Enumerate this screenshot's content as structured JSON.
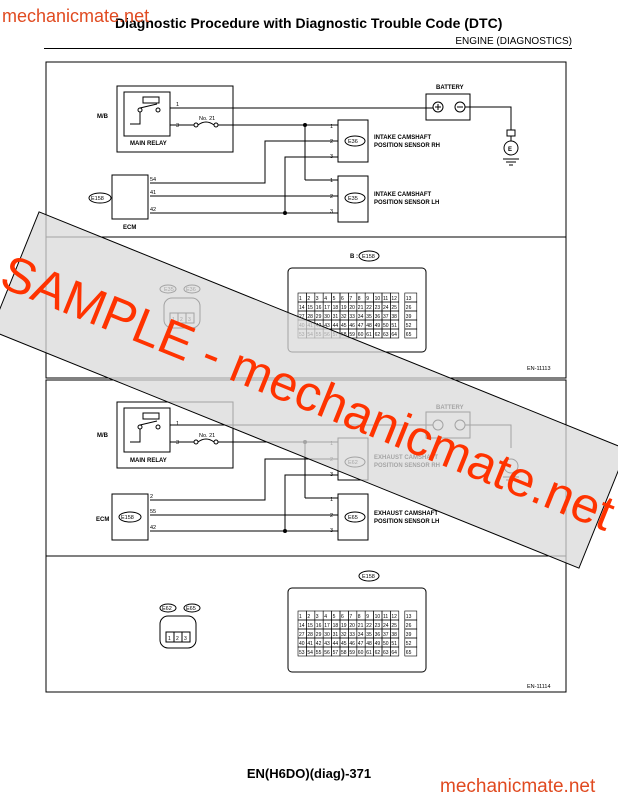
{
  "header": {
    "watermark": "mechanicmate.net",
    "title": "Diagnostic Procedure with Diagnostic Trouble Code (DTC)",
    "section": "ENGINE (DIAGNOSTICS)"
  },
  "diagram1": {
    "mb": "M/B",
    "main_relay": "MAIN RELAY",
    "fuse": "No. 21",
    "battery": "BATTERY",
    "ground": "E",
    "ecm_connector": "E158",
    "ecm": "ECM",
    "sensor_rh_conn": "E36",
    "sensor_rh": [
      "INTAKE CAMSHAFT",
      "POSITION SENSOR RH"
    ],
    "sensor_lh_conn": "E35",
    "sensor_lh": [
      "INTAKE CAMSHAFT",
      "POSITION SENSOR LH"
    ],
    "relay_pins": [
      "1",
      "3"
    ],
    "ecm_pins": [
      "54",
      "41",
      "42"
    ],
    "sensor_pins": [
      "1",
      "2",
      "3"
    ],
    "plug_conn": [
      "E35",
      "E36"
    ],
    "plug_pins": [
      "1",
      "2",
      "3"
    ],
    "ecm_face_prefix": "B :",
    "ecm_face_conn": "E158",
    "code": "EN-11113"
  },
  "diagram2": {
    "mb": "M/B",
    "main_relay": "MAIN RELAY",
    "fuse": "No. 21",
    "battery": "BATTERY",
    "ecm": "ECM",
    "ecm_connector": "E158",
    "sensor_rh_conn": "E62",
    "sensor_rh": [
      "EXHAUST CAMSHAFT",
      "POSITION SENSOR RH"
    ],
    "sensor_lh_conn": "E65",
    "sensor_lh": [
      "EXHAUST CAMSHAFT",
      "POSITION SENSOR LH"
    ],
    "relay_pins": [
      "1",
      "3"
    ],
    "ecm_pins": [
      "2",
      "55",
      "42"
    ],
    "sensor_pins": [
      "1",
      "2",
      "3"
    ],
    "plug_conn": [
      "E62",
      "E65"
    ],
    "plug_pins": [
      "1",
      "2",
      "3"
    ],
    "ecm_face_conn": "E158",
    "code": "EN-11114"
  },
  "ecm_grid": {
    "rows": [
      [
        "1",
        "2",
        "3",
        "4",
        "5",
        "6",
        "7",
        "8",
        "9",
        "10",
        "11",
        "12",
        "13"
      ],
      [
        "14",
        "15",
        "16",
        "17",
        "18",
        "19",
        "20",
        "21",
        "22",
        "23",
        "24",
        "25",
        "26"
      ],
      [
        "27",
        "28",
        "29",
        "30",
        "31",
        "32",
        "33",
        "34",
        "35",
        "36",
        "37",
        "38",
        "39"
      ],
      [
        "40",
        "41",
        "42",
        "43",
        "44",
        "45",
        "46",
        "47",
        "48",
        "49",
        "50",
        "51",
        "52"
      ],
      [
        "53",
        "",
        "54",
        "55",
        "56",
        "57",
        "58",
        "59",
        "60",
        "61",
        "62",
        "63",
        "64",
        "65"
      ]
    ]
  },
  "stamp": {
    "text": "SAMPLE - mechanicmate.net"
  },
  "footer": {
    "page": "EN(H6DO)(diag)-371",
    "watermark": "mechanicmate.net"
  },
  "colors": {
    "watermark": "#e04a20",
    "stamp_fill": "#d9d9d9",
    "stamp_text": "#ff3300"
  }
}
